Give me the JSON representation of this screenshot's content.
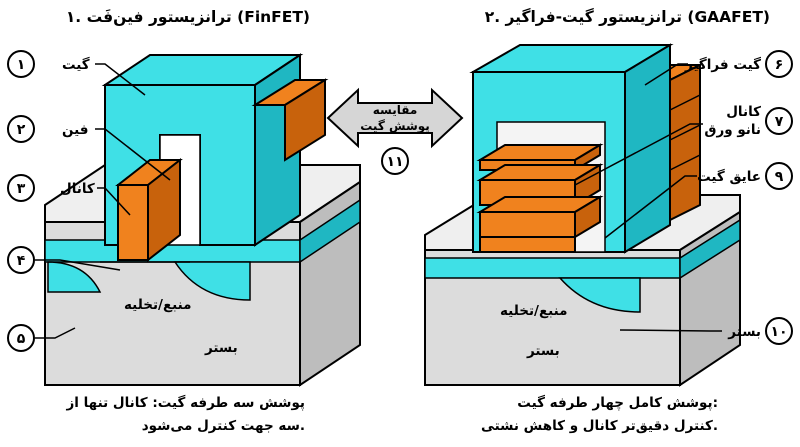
{
  "finfet": {
    "title": "۱. ترانزیستور فین‌فَت (FinFET)",
    "labels": {
      "gate": "گیت",
      "fin": "فین",
      "channel": "کانال",
      "source_drain": "منبع/تخلیه",
      "substrate": "بستر"
    },
    "numbers": [
      "۱",
      "۲",
      "۳",
      "۴",
      "۵"
    ],
    "caption_line1": "پوشش سه طرفه گیت: کانال تنها از",
    "caption_line2": "سه جهت کنترل می‌شود."
  },
  "gaafet": {
    "title": "۲. ترانزیستور گیت-فراگیر (GAAFET)",
    "labels": {
      "gate": "گیت فراگیر",
      "channel_line1": "کانال",
      "channel_line2": "نانو ورق",
      "insulator": "عایق گیت",
      "source_drain": "منبع/تخلیه",
      "substrate": "بستر"
    },
    "numbers": [
      "۶",
      "۷",
      "۹",
      "۱۰"
    ],
    "caption_line1": "پوشش کامل چهار طرفه گیت:",
    "caption_line2": "کنترل دقیق‌تر کانال و کاهش نشتی."
  },
  "compare": {
    "line1": "مقایسه",
    "line2": "پوشش گیت",
    "number": "۱۱"
  },
  "colors": {
    "cyan": "#3fe0e6",
    "cyan_dark": "#1fb7c2",
    "orange": "#f0821e",
    "orange_dark": "#c8620c",
    "substrate": "#dcdcdc",
    "substrate_side": "#bdbdbd"
  }
}
